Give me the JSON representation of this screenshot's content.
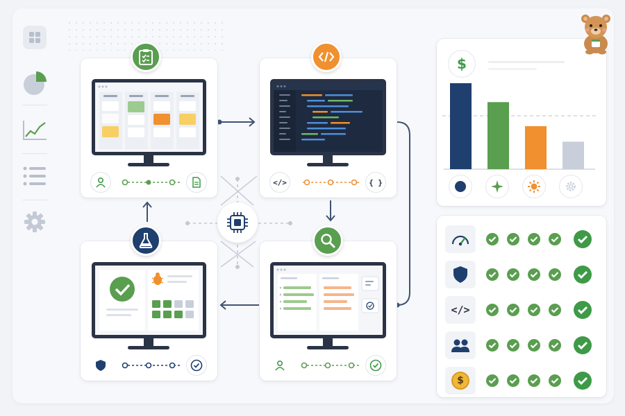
{
  "colors": {
    "navy": "#1f3f6e",
    "green": "#5a9e50",
    "orange": "#f0902e",
    "gray": "#c8cfdb",
    "check": "#3e9a47",
    "gold": "#f0b838"
  },
  "sidebar": {
    "icons": [
      "grid-icon",
      "pie-chart-icon",
      "line-chart-icon",
      "list-icon",
      "gear-icon"
    ]
  },
  "workflow": {
    "plan_badge_icon": "clipboard-check-icon",
    "code_badge_icon": "code-icon",
    "test_badge_icon": "flask-icon",
    "review_badge_icon": "magnifier-icon",
    "hub_icon": "cpu-chip-icon"
  },
  "code_card": {
    "left_tag": "</>",
    "right_tag": "{ }"
  },
  "bar_chart": {
    "header_icon": "dollar-icon",
    "values": [
      100,
      78,
      50,
      32
    ],
    "colors": [
      "#1f3f6e",
      "#5a9e50",
      "#f0902e",
      "#c8cfdb"
    ],
    "legend_icons": [
      "circle-icon",
      "sparkle-icon",
      "sun-icon",
      "gear-icon"
    ]
  },
  "checklist": {
    "rows": [
      {
        "icon": "gauge-icon",
        "checks": 4
      },
      {
        "icon": "shield-icon",
        "checks": 4
      },
      {
        "icon": "code-icon",
        "label": "</>",
        "checks": 4
      },
      {
        "icon": "users-icon",
        "checks": 4
      },
      {
        "icon": "coin-icon",
        "label": "$",
        "checks": 4
      }
    ]
  },
  "mascot": "bear-mascot-icon"
}
